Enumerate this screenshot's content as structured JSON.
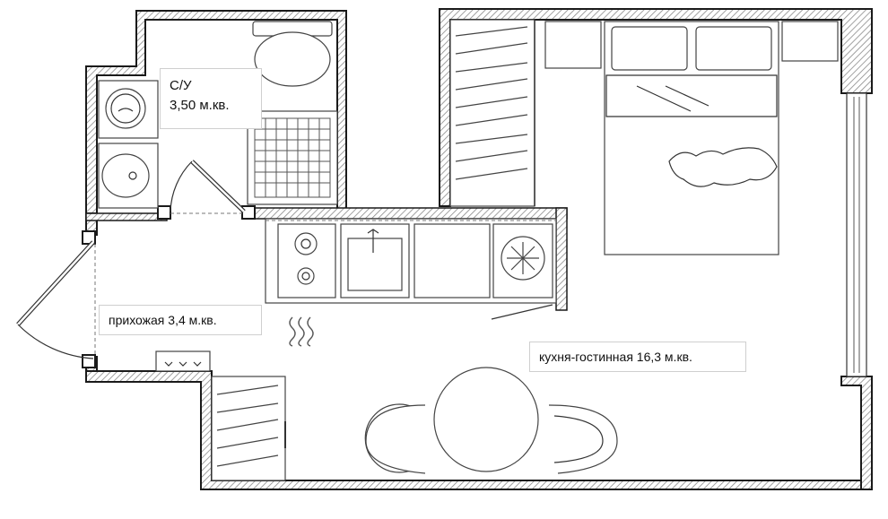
{
  "rooms": {
    "bathroom": {
      "name": "С/У",
      "area": "3,50 м.кв."
    },
    "hallway": {
      "label": "прихожая 3,4 м.кв."
    },
    "living_kitchen": {
      "label": "кухня-гостинная 16,3 м.кв."
    }
  },
  "colors": {
    "wall_hatch": "#9a9a9a",
    "wall_outline": "#1a1a1a",
    "background": "#ffffff",
    "furniture_stroke": "#444444"
  }
}
